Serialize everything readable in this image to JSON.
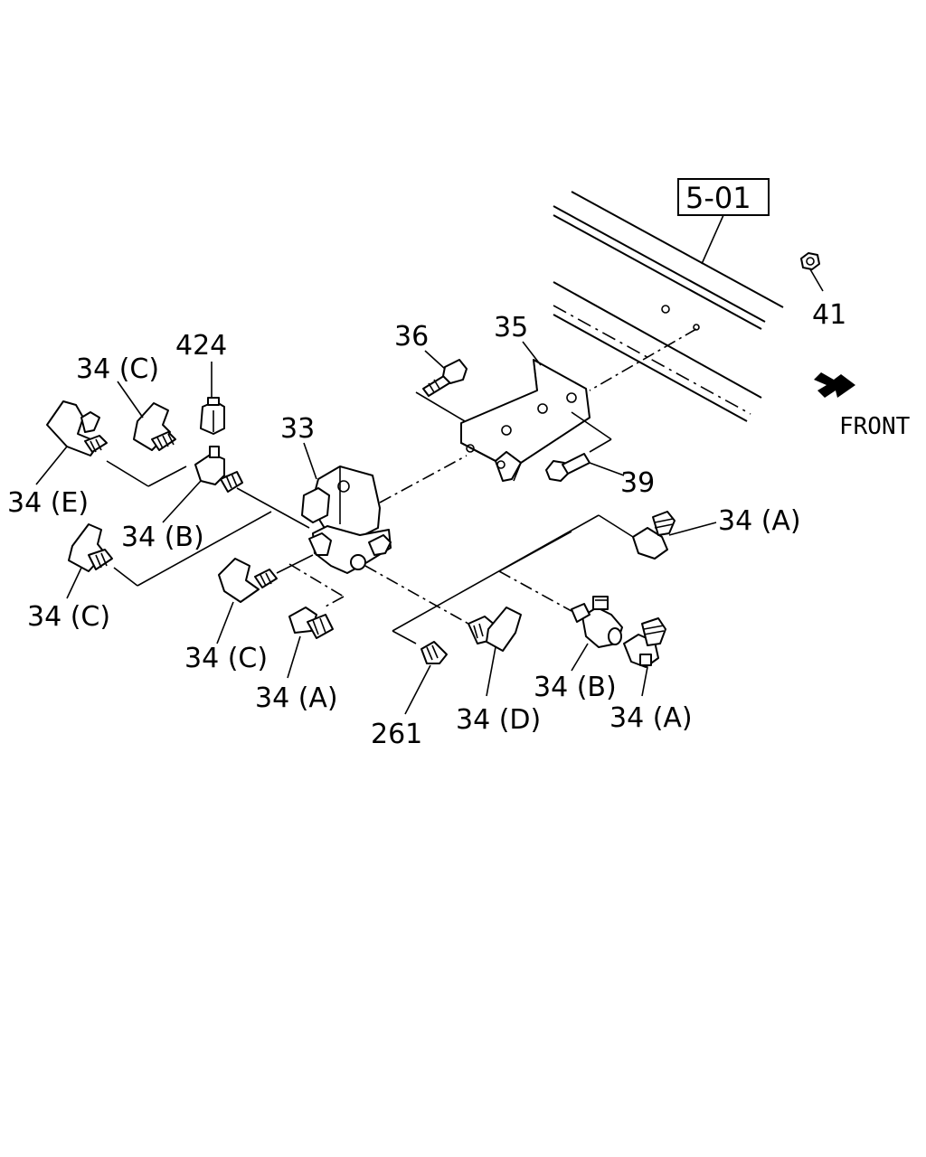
{
  "reference": {
    "label": "5-01"
  },
  "front_indicator": {
    "label": "FRONT"
  },
  "callouts": {
    "c424": "424",
    "c34c_top": "34 (C)",
    "c34e": "34 (E)",
    "c34b_left": "34 (B)",
    "c34c_left": "34 (C)",
    "c33": "33",
    "c36": "36",
    "c35": "35",
    "c41": "41",
    "c39": "39",
    "c34a_right": "34 (A)",
    "c34c_mid": "34 (C)",
    "c34a_mid": "34 (A)",
    "c261": "261",
    "c34d": "34 (D)",
    "c34b_right": "34 (B)",
    "c34a_low": "34 (A)"
  }
}
